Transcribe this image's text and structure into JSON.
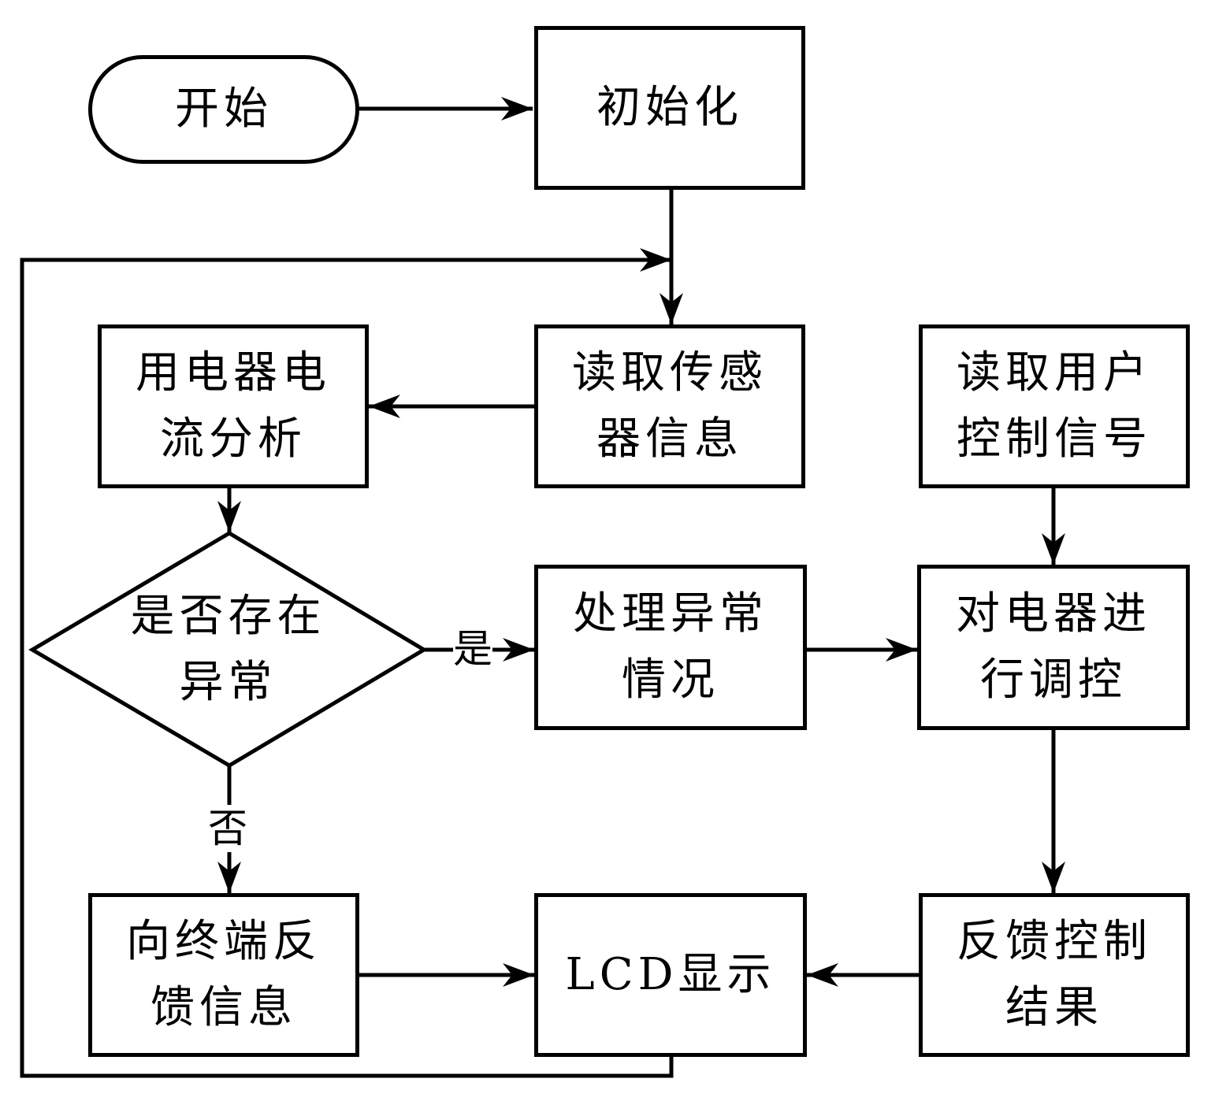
{
  "nodes": {
    "start": "开始",
    "init": "初始化",
    "read_sensor": [
      "读取传感",
      "器信息"
    ],
    "current_analysis": [
      "用电器电",
      "流分析"
    ],
    "read_user": [
      "读取用户",
      "控制信号"
    ],
    "decision": [
      "是否存在",
      "异常"
    ],
    "handle_exception": [
      "处理异常",
      "情况"
    ],
    "regulate": [
      "对电器进",
      "行调控"
    ],
    "feedback_terminal": [
      "向终端反",
      "馈信息"
    ],
    "lcd_display": "LCD显示",
    "feedback_control": [
      "反馈控制",
      "结果"
    ]
  },
  "edge_labels": {
    "yes": "是",
    "no": "否"
  }
}
